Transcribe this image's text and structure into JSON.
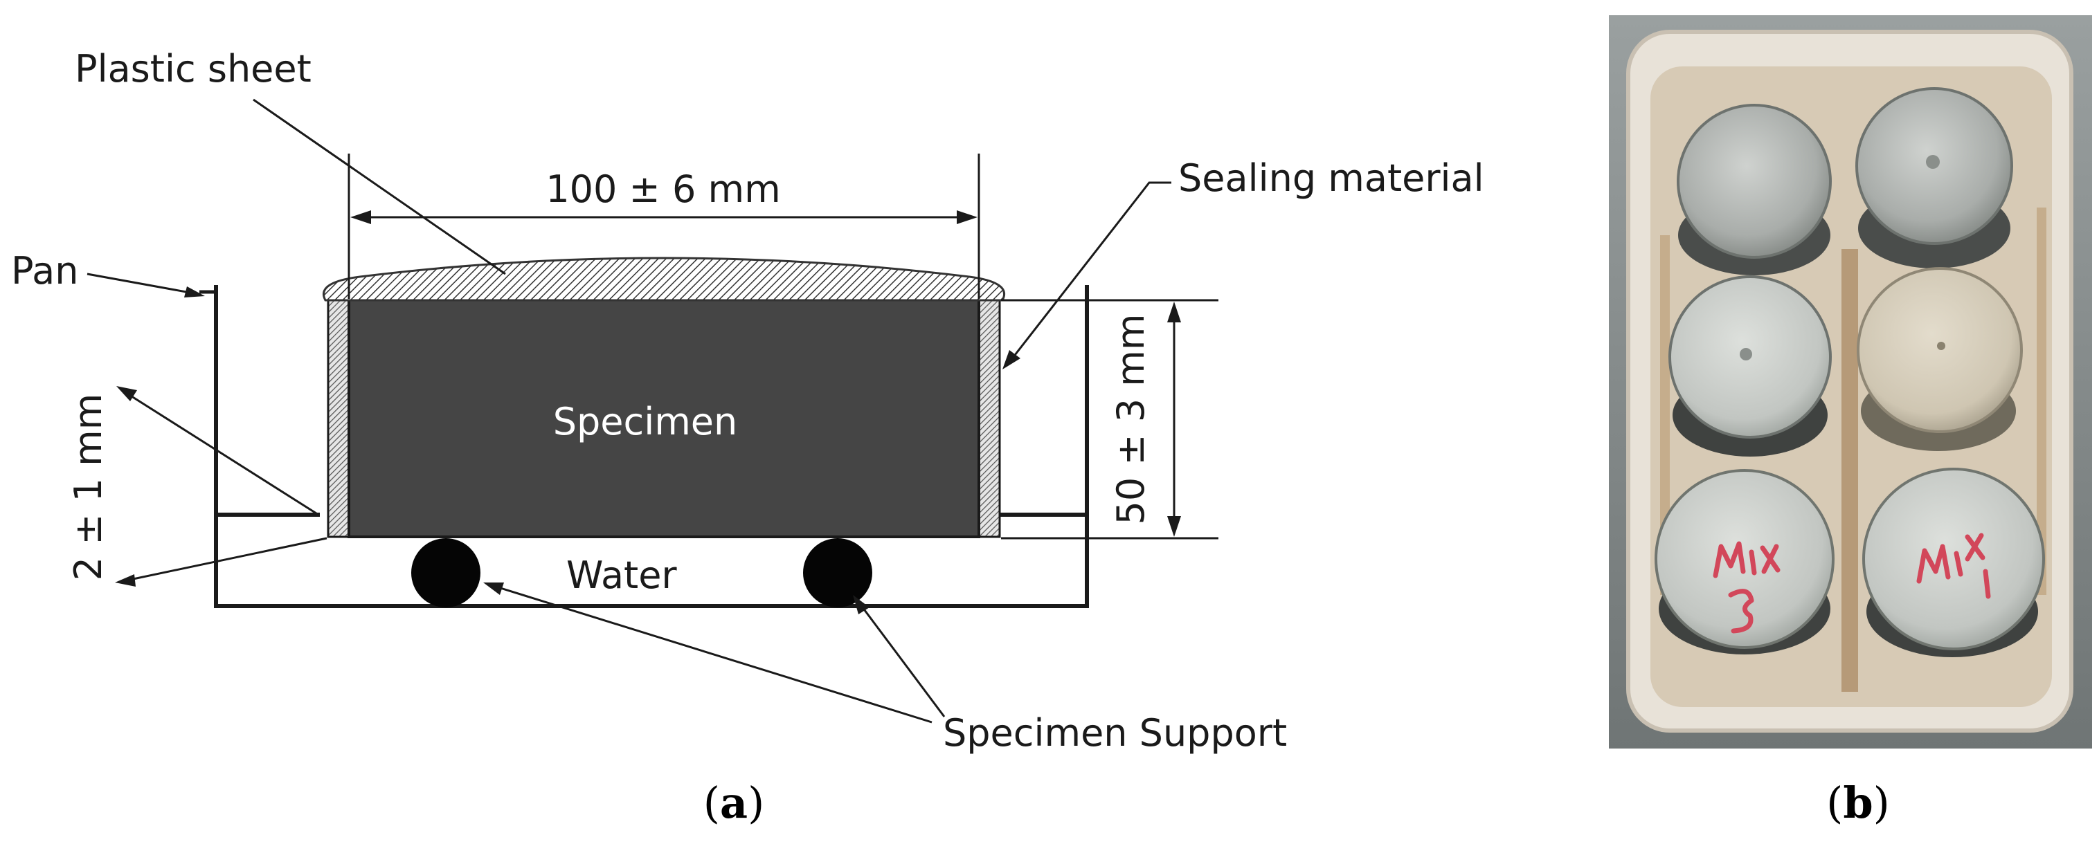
{
  "panel_a": {
    "labels": {
      "plastic_sheet": "Plastic sheet",
      "width_dimension": "100 ± 6 mm",
      "sealing_material": "Sealing material",
      "pan": "Pan",
      "specimen": "Specimen",
      "height_dimension": "50 ± 3 mm",
      "water_depth": "2 ± 1 mm",
      "water": "Water",
      "specimen_support": "Specimen Support"
    },
    "caption_open": "(",
    "caption_letter": "a",
    "caption_close": ")"
  },
  "panel_b": {
    "photo_markings": [
      "Mix 3",
      "Mix 1"
    ],
    "caption_open": "(",
    "caption_letter": "b",
    "caption_close": ")"
  },
  "colors": {
    "specimen_fill": "#454545",
    "line": "#1a1a1a",
    "tray": "#d9cfc2",
    "marker_red": "#d2475a"
  }
}
